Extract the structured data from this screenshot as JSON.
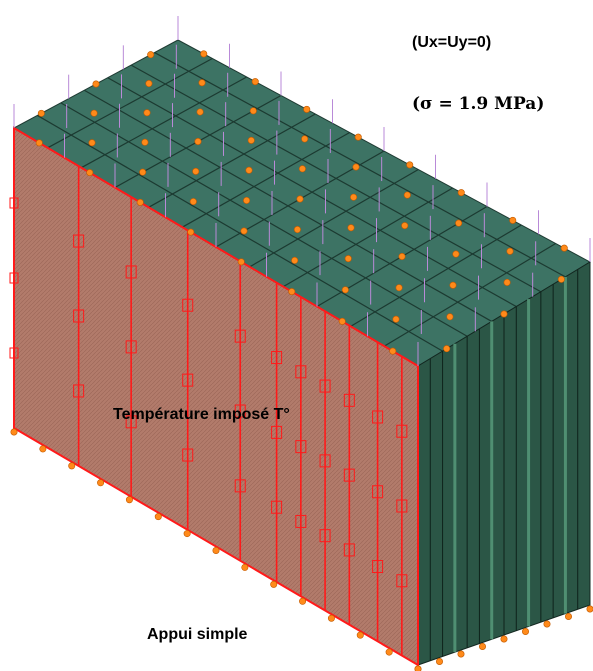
{
  "labels": {
    "bc_top": "(Ux=Uy=0)",
    "pressure": "(σ = 1.9 MPa)",
    "temperature": "Température imposé T°",
    "support": "Appui simple"
  },
  "colors": {
    "front_face": "#b07a6a",
    "front_lines": "#ff1a1a",
    "side_face": "#2d5a48",
    "side_highlight": "#4f8f72",
    "top_face": "#3f7466",
    "load_arrows": "#b98ad8",
    "constraint_symbols": "#ff8a1a"
  }
}
